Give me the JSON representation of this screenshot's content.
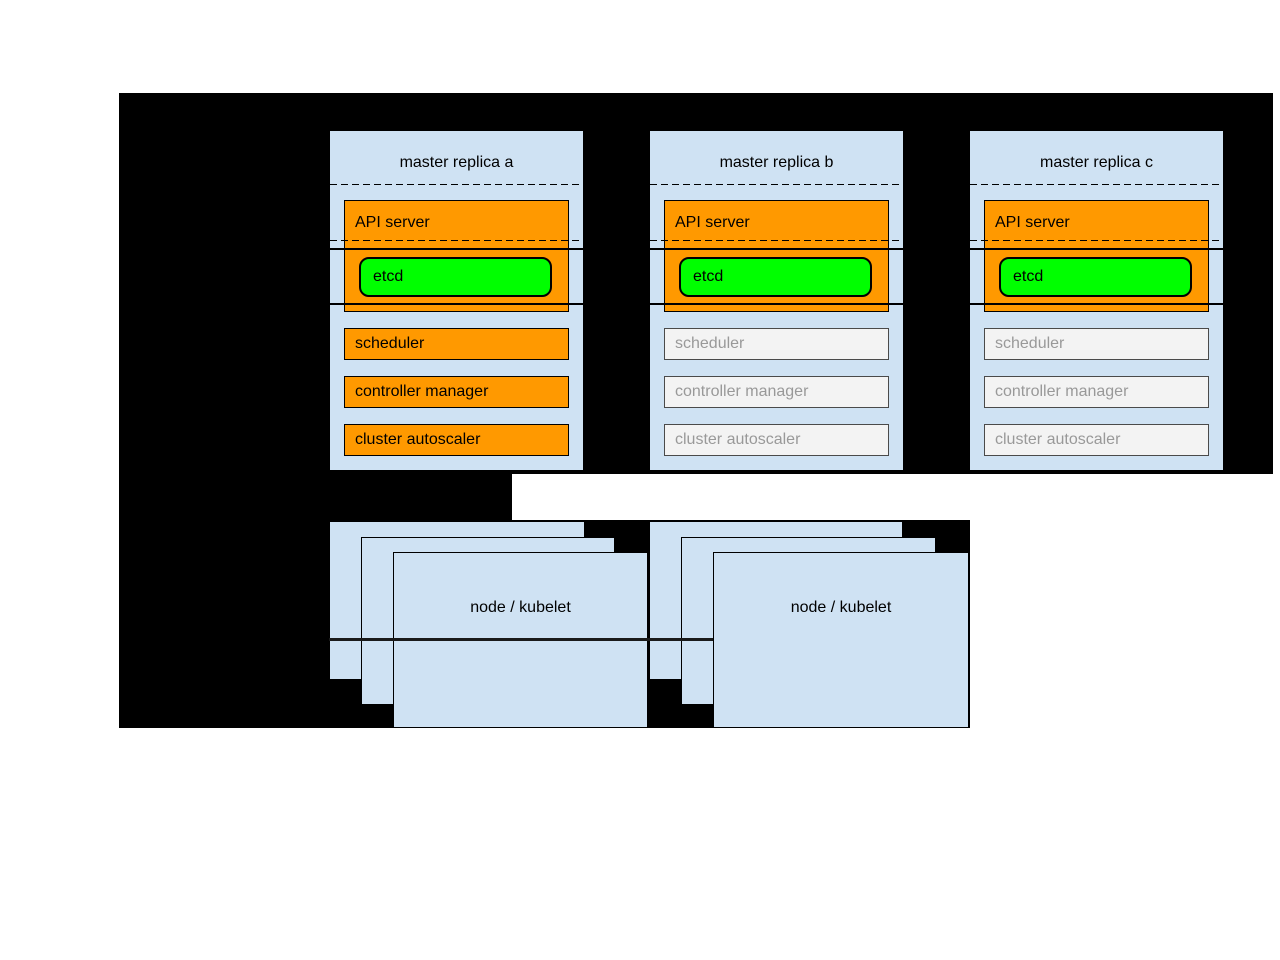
{
  "diagram": {
    "kind": "kubernetes-ha-master-architecture",
    "colors": {
      "page_bg": "#ffffff",
      "backdrop": "#000000",
      "box_blue": "#cfe2f3",
      "active_orange": "#ff9900",
      "etcd_green": "#00ff00",
      "inactive_fill": "#f3f3f3",
      "inactive_text": "#999999",
      "line": "#000000"
    },
    "masters": [
      {
        "title": "master replica a",
        "state": "active",
        "components": {
          "api_server": "API server",
          "etcd": "etcd",
          "scheduler": "scheduler",
          "controller_manager": "controller manager",
          "cluster_autoscaler": "cluster autoscaler"
        }
      },
      {
        "title": "master replica b",
        "state": "standby",
        "components": {
          "api_server": "API server",
          "etcd": "etcd",
          "scheduler": "scheduler",
          "controller_manager": "controller manager",
          "cluster_autoscaler": "cluster autoscaler"
        }
      },
      {
        "title": "master replica c",
        "state": "standby",
        "components": {
          "api_server": "API server",
          "etcd": "etcd",
          "scheduler": "scheduler",
          "controller_manager": "controller manager",
          "cluster_autoscaler": "cluster autoscaler"
        }
      }
    ],
    "node_stacks": [
      {
        "label": "node / kubelet"
      },
      {
        "label": "node / kubelet"
      }
    ]
  }
}
